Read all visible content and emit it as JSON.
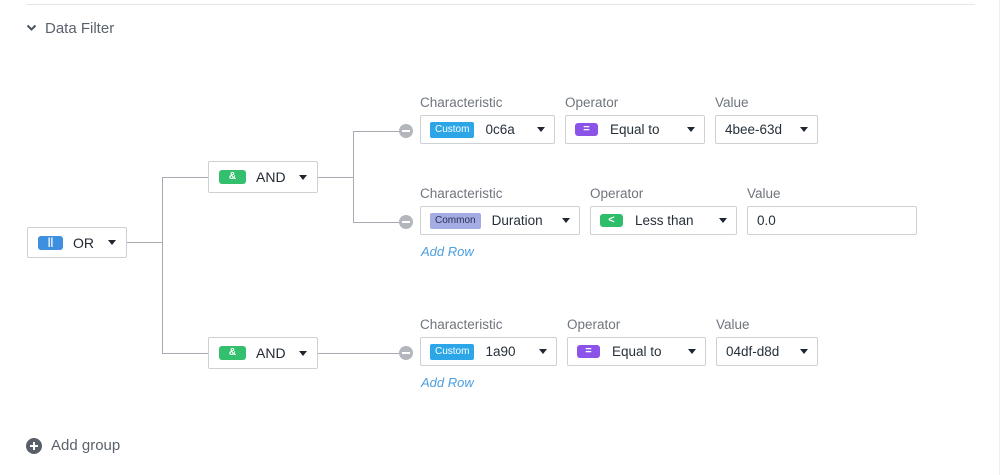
{
  "section": {
    "title": "Data Filter"
  },
  "root": {
    "badge": "||",
    "label": "OR",
    "badge_color": "#3f8fe0"
  },
  "groups": [
    {
      "badge": "&",
      "label": "AND",
      "badge_color": "#34bf6e",
      "rows": [
        {
          "characteristic_label": "Characteristic",
          "operator_label": "Operator",
          "value_label": "Value",
          "characteristic_tag": "Custom",
          "characteristic": "0c6a",
          "operator_badge": "=",
          "operator": "Equal to",
          "value": "4bee-63d"
        },
        {
          "characteristic_label": "Characteristic",
          "operator_label": "Operator",
          "value_label": "Value",
          "characteristic_tag": "Common",
          "characteristic": "Duration",
          "operator_badge": "<",
          "operator": "Less than",
          "value": "0.0"
        }
      ],
      "add_row": "Add Row"
    },
    {
      "badge": "&",
      "label": "AND",
      "badge_color": "#34bf6e",
      "rows": [
        {
          "characteristic_label": "Characteristic",
          "operator_label": "Operator",
          "value_label": "Value",
          "characteristic_tag": "Custom",
          "characteristic": "1a90",
          "operator_badge": "=",
          "operator": "Equal to",
          "value": "04df-d8d"
        }
      ],
      "add_row": "Add Row"
    }
  ],
  "add_group": "Add group",
  "colors": {
    "custom_tag": "#2da6e8",
    "common_tag": "#a3ace3",
    "equal_badge": "#8b53e8",
    "less_badge": "#2ebd6a",
    "link": "#4a9fe0"
  }
}
